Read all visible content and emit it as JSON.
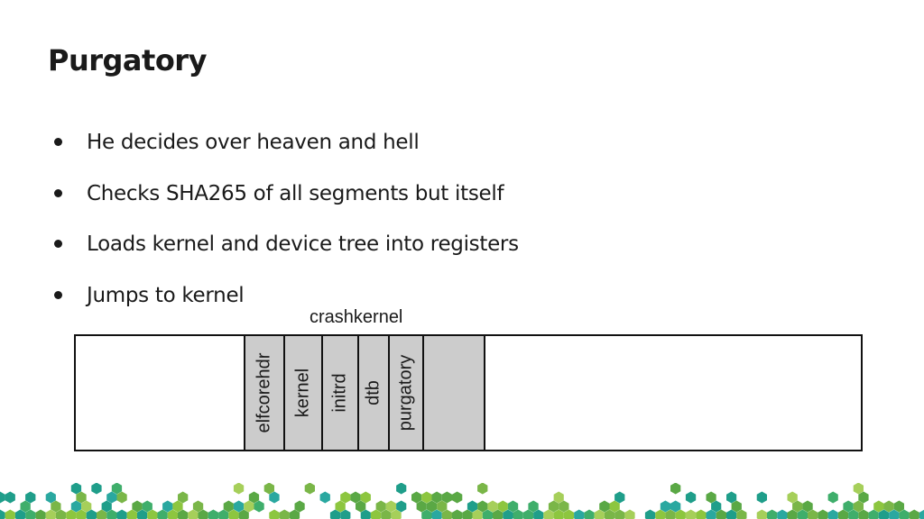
{
  "slide": {
    "title": "Purgatory",
    "bullets": [
      "He decides over heaven and hell",
      "Checks SHA265 of all segments but itself",
      "Loads kernel and device tree into registers",
      "Jumps to kernel"
    ]
  },
  "diagram": {
    "region_label": "crashkernel",
    "segments": [
      "elfcorehdr",
      "kernel",
      "initrd",
      "dtb",
      "purgatory"
    ]
  },
  "colors": {
    "segment_fill": "#cccccc",
    "border": "#111111",
    "hex_green": "#7ab648",
    "hex_teal": "#1f9e8a"
  }
}
